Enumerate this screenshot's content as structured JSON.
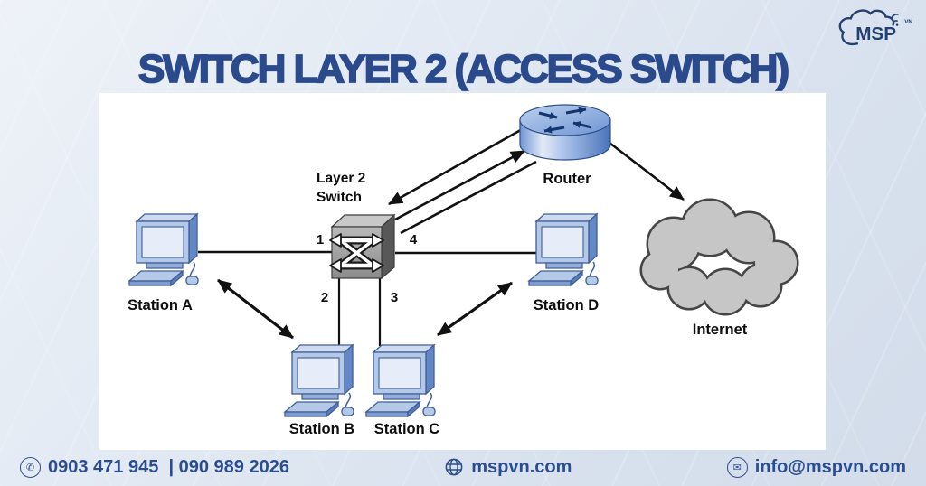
{
  "logo": {
    "text": "MSP",
    "sup": "VN"
  },
  "title": "SWITCH LAYER 2 (ACCESS SWITCH)",
  "diagram": {
    "switch_label": {
      "line1": "Layer 2",
      "line2": "Switch"
    },
    "ports": {
      "p1": "1",
      "p2": "2",
      "p3": "3",
      "p4": "4"
    },
    "labels": {
      "station_a": "Station A",
      "station_b": "Station B",
      "station_c": "Station C",
      "station_d": "Station D",
      "router": "Router",
      "internet": "Internet"
    }
  },
  "footer": {
    "phone": "0903 471 945  | 090 989 2026",
    "website": "mspvn.com",
    "email": "info@mspvn.com",
    "icons": {
      "phone_glyph": "✆",
      "mail_glyph": "✉",
      "globe": "globe-icon"
    }
  },
  "colors": {
    "accent": "#2b4a8c",
    "panel": "#ffffff",
    "diagram_ink": "#111111",
    "computer_blue": "#b4c8e8",
    "switch_gray": "#9a9a9a",
    "router_blue": "#7ea3dc",
    "cloud_gray": "#c6c6c6"
  }
}
